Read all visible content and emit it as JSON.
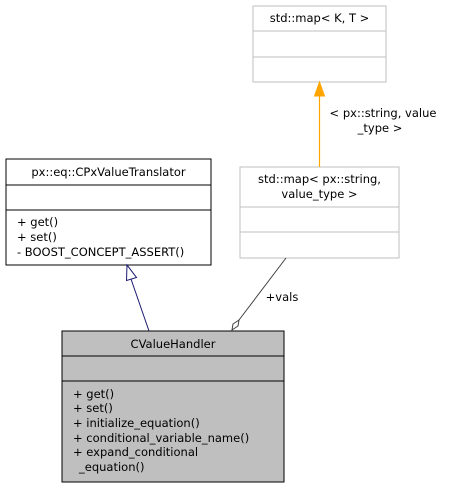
{
  "colors": {
    "black_box_border": "#000000",
    "gray_box_border": "#bfbfbf",
    "focus_fill": "#bfbfbf",
    "inherit_arrow": "#191970",
    "template_arrow": "#ffa500",
    "aggregation_edge": "#404040"
  },
  "nodes": {
    "std_map_kt": {
      "title": "std::map< K, T >",
      "attributes": [],
      "operations": []
    },
    "std_map_px": {
      "title_line1": "std::map< px::string,",
      "title_line2": "value_type >",
      "attributes": [],
      "operations": []
    },
    "translator": {
      "title": "px::eq::CPxValueTranslator",
      "attributes": [],
      "operations": [
        "+ get()",
        "+ set()",
        "- BOOST_CONCEPT_ASSERT()"
      ]
    },
    "handler": {
      "title": "CValueHandler",
      "attributes": [],
      "operations": [
        "+ get()",
        "+ set()",
        "+ initialize_equation()",
        "+ conditional_variable_name()",
        "+ expand_conditional",
        "_equation()"
      ]
    }
  },
  "edges": {
    "template_label_line1": "< px::string, value",
    "template_label_line2": "_type >",
    "aggregation_label": "+vals"
  }
}
